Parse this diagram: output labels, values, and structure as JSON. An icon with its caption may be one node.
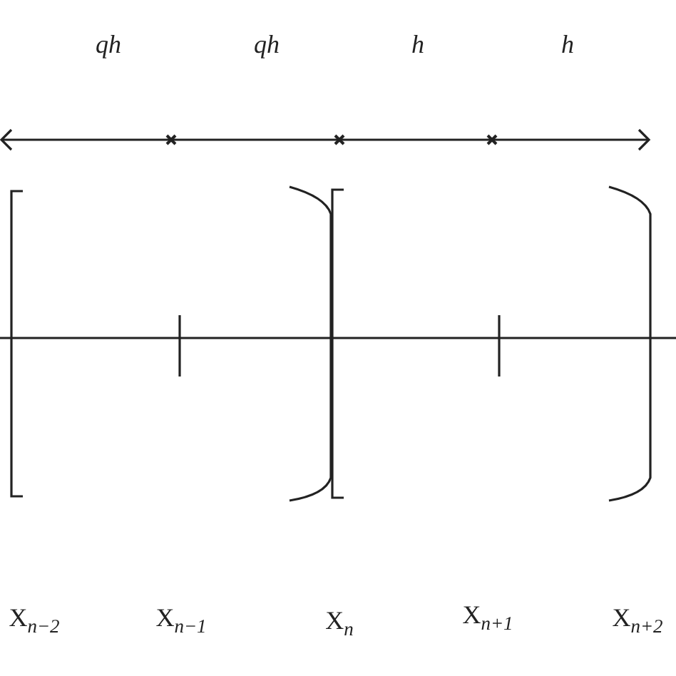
{
  "diagram": {
    "labels": [
      "qh",
      "qh",
      "h",
      "h",
      "X$_{n−2}$",
      "X$_{n−1}$",
      "X$_{n}$",
      "X$_{n+1}$",
      "X$_{n+2}$"
    ]
  }
}
